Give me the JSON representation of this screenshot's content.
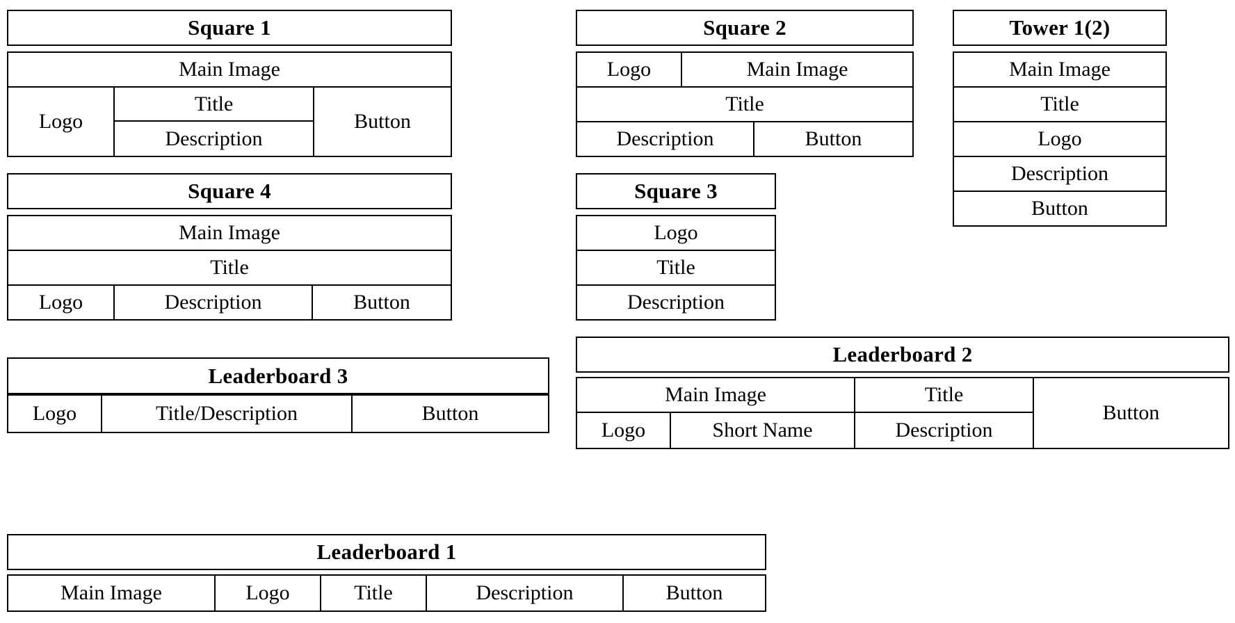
{
  "diagram": {
    "kind": "ad-layout-wireframe",
    "blocks": [
      {
        "id": "square-1",
        "title": "Square 1",
        "rows": [
          {
            "cells": [
              {
                "label": "Main Image"
              }
            ]
          },
          {
            "cells": [
              {
                "label": "Logo"
              },
              {
                "stack": [
                  {
                    "label": "Title"
                  },
                  {
                    "label": "Description"
                  }
                ]
              },
              {
                "label": "Button"
              }
            ]
          }
        ]
      },
      {
        "id": "square-4",
        "title": "Square 4",
        "rows": [
          {
            "cells": [
              {
                "label": "Main Image"
              }
            ]
          },
          {
            "cells": [
              {
                "label": "Title"
              }
            ]
          },
          {
            "cells": [
              {
                "label": "Logo"
              },
              {
                "label": "Description"
              },
              {
                "label": "Button"
              }
            ]
          }
        ]
      },
      {
        "id": "leaderboard-3",
        "title": "Leaderboard 3",
        "rows": [
          {
            "cells": [
              {
                "label": "Logo"
              },
              {
                "label": "Title/Description"
              },
              {
                "label": "Button"
              }
            ]
          }
        ]
      },
      {
        "id": "leaderboard-1",
        "title": "Leaderboard 1",
        "rows": [
          {
            "cells": [
              {
                "label": "Main Image"
              },
              {
                "label": "Logo"
              },
              {
                "label": "Title"
              },
              {
                "label": "Description"
              },
              {
                "label": "Button"
              }
            ]
          }
        ]
      },
      {
        "id": "square-2",
        "title": "Square 2",
        "rows": [
          {
            "cells": [
              {
                "label": "Logo"
              },
              {
                "label": "Main Image"
              }
            ]
          },
          {
            "cells": [
              {
                "label": "Title"
              }
            ]
          },
          {
            "cells": [
              {
                "label": "Description"
              },
              {
                "label": "Button"
              }
            ]
          }
        ]
      },
      {
        "id": "square-3",
        "title": "Square 3",
        "rows": [
          {
            "cells": [
              {
                "label": "Logo"
              }
            ]
          },
          {
            "cells": [
              {
                "label": "Title"
              }
            ]
          },
          {
            "cells": [
              {
                "label": "Description"
              }
            ]
          }
        ]
      },
      {
        "id": "tower-1-2",
        "title": "Tower 1(2)",
        "rows": [
          {
            "cells": [
              {
                "label": "Main Image"
              }
            ]
          },
          {
            "cells": [
              {
                "label": "Title"
              }
            ]
          },
          {
            "cells": [
              {
                "label": "Logo"
              }
            ]
          },
          {
            "cells": [
              {
                "label": "Description"
              }
            ]
          },
          {
            "cells": [
              {
                "label": "Button"
              }
            ]
          }
        ]
      },
      {
        "id": "leaderboard-2",
        "title": "Leaderboard 2",
        "rows": [
          {
            "cells": [
              {
                "label": "Main Image"
              },
              {
                "label": "Title"
              },
              {
                "label": "Button"
              }
            ]
          },
          {
            "cells": [
              {
                "label": "Logo"
              },
              {
                "label": "Short Name"
              },
              {
                "label": "Description"
              }
            ]
          }
        ]
      }
    ]
  },
  "square1": {
    "title": "Square 1",
    "main_image": "Main Image",
    "logo": "Logo",
    "title_cell": "Title",
    "description": "Description",
    "button": "Button"
  },
  "square2": {
    "title": "Square 2",
    "logo": "Logo",
    "main_image": "Main Image",
    "title_cell": "Title",
    "description": "Description",
    "button": "Button"
  },
  "square3": {
    "title": "Square 3",
    "logo": "Logo",
    "title_cell": "Title",
    "description": "Description"
  },
  "square4": {
    "title": "Square 4",
    "main_image": "Main Image",
    "title_cell": "Title",
    "logo": "Logo",
    "description": "Description",
    "button": "Button"
  },
  "tower1": {
    "title": "Tower 1(2)",
    "main_image": "Main Image",
    "title_cell": "Title",
    "logo": "Logo",
    "description": "Description",
    "button": "Button"
  },
  "leaderboard1": {
    "title": "Leaderboard 1",
    "main_image": "Main Image",
    "logo": "Logo",
    "title_cell": "Title",
    "description": "Description",
    "button": "Button"
  },
  "leaderboard2": {
    "title": "Leaderboard 2",
    "main_image": "Main Image",
    "title_cell": "Title",
    "button": "Button",
    "logo": "Logo",
    "short_name": "Short Name",
    "description": "Description"
  },
  "leaderboard3": {
    "title": "Leaderboard 3",
    "logo": "Logo",
    "title_description": "Title/Description",
    "button": "Button"
  },
  "colors": {
    "border": "#000000",
    "background": "#ffffff",
    "text": "#000000"
  }
}
